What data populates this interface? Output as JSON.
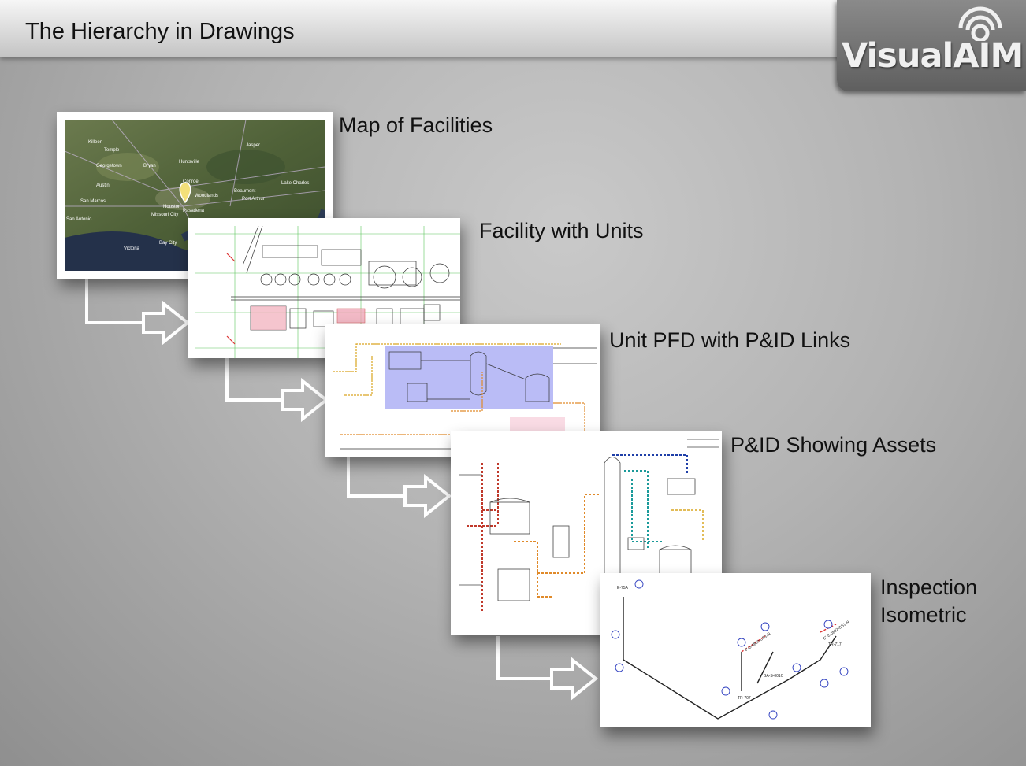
{
  "header": {
    "title": "The Hierarchy in Drawings",
    "logo_text": "VisualAIM"
  },
  "levels": [
    {
      "label": "Map of Facilities"
    },
    {
      "label": "Facility with Units"
    },
    {
      "label": "Unit PFD with P&ID Links"
    },
    {
      "label": "P&ID Showing Assets"
    },
    {
      "label": "Inspection Isometric",
      "label_line1": "Inspection",
      "label_line2": "Isometric"
    }
  ],
  "map": {
    "place_names": [
      "Temple",
      "Killeen",
      "Austin",
      "Georgetown",
      "Bryan",
      "Huntsville",
      "Conroe",
      "Woodlands",
      "Houston",
      "Pasadena",
      "Missouri City",
      "San Antonio",
      "Beaumont",
      "Port Arthur",
      "Victoria",
      "Jasper",
      "Lake Charles",
      "Bay City",
      "San Marcos"
    ],
    "pin_color": "#f3e07a"
  },
  "iso_tags": [
    "E-75A",
    "BA-S-001C",
    "TR-707",
    "TR-717",
    "4\"-S-0860-CS1-N",
    "6\"-S-0802-CS1-N"
  ],
  "colors": {
    "pfd_highlight": "#8c8ff0",
    "pid_red": "#c0392b",
    "pid_blue": "#1f3fa8",
    "pid_teal": "#1a9a9a",
    "pid_orange": "#e08a2a"
  }
}
